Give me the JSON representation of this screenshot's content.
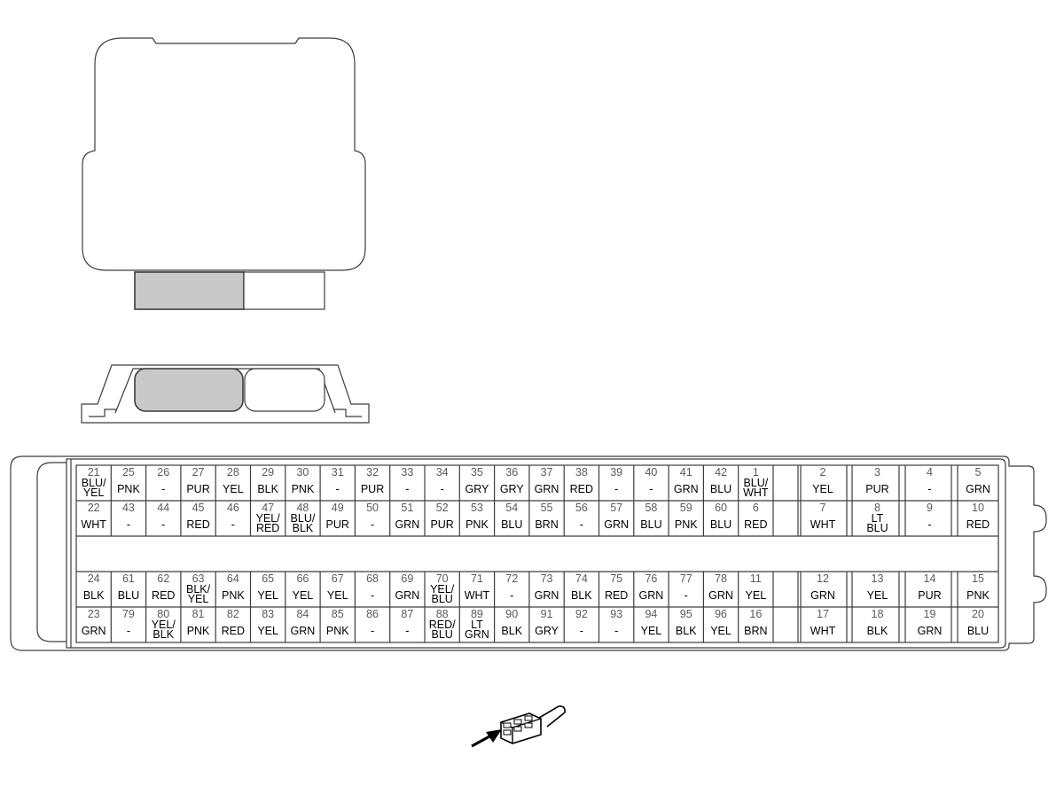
{
  "diagram": {
    "type": "connector-pinout",
    "colors": {
      "outline": "#3c3c3c",
      "shaded_connector": "#c8c8c8",
      "pin_number_text": "#5a5a5a",
      "wire_color_text": "#000000"
    },
    "icons": [
      "ecu-module-outline",
      "connector-side-view",
      "connector-face-icon",
      "insertion-arrow-icon"
    ],
    "rows": [
      {
        "main": [
          {
            "pin": "21",
            "color": "BLU/ YEL"
          },
          {
            "pin": "25",
            "color": "PNK"
          },
          {
            "pin": "26",
            "color": "-"
          },
          {
            "pin": "27",
            "color": "PUR"
          },
          {
            "pin": "28",
            "color": "YEL"
          },
          {
            "pin": "29",
            "color": "BLK"
          },
          {
            "pin": "30",
            "color": "PNK"
          },
          {
            "pin": "31",
            "color": "-"
          },
          {
            "pin": "32",
            "color": "PUR"
          },
          {
            "pin": "33",
            "color": "-"
          },
          {
            "pin": "34",
            "color": "-"
          },
          {
            "pin": "35",
            "color": "GRY"
          },
          {
            "pin": "36",
            "color": "GRY"
          },
          {
            "pin": "37",
            "color": "GRN"
          },
          {
            "pin": "38",
            "color": "RED"
          },
          {
            "pin": "39",
            "color": "-"
          },
          {
            "pin": "40",
            "color": "-"
          },
          {
            "pin": "41",
            "color": "GRN"
          },
          {
            "pin": "42",
            "color": "BLU"
          },
          {
            "pin": "1",
            "color": "BLU/ WHT"
          }
        ],
        "side": [
          {
            "pin": "2",
            "color": "YEL"
          },
          {
            "pin": "3",
            "color": "PUR"
          },
          {
            "pin": "4",
            "color": "-"
          },
          {
            "pin": "5",
            "color": "GRN"
          }
        ]
      },
      {
        "main": [
          {
            "pin": "22",
            "color": "WHT"
          },
          {
            "pin": "43",
            "color": "-"
          },
          {
            "pin": "44",
            "color": "-"
          },
          {
            "pin": "45",
            "color": "RED"
          },
          {
            "pin": "46",
            "color": "-"
          },
          {
            "pin": "47",
            "color": "YEL/ RED"
          },
          {
            "pin": "48",
            "color": "BLU/ BLK"
          },
          {
            "pin": "49",
            "color": "PUR"
          },
          {
            "pin": "50",
            "color": "-"
          },
          {
            "pin": "51",
            "color": "GRN"
          },
          {
            "pin": "52",
            "color": "PUR"
          },
          {
            "pin": "53",
            "color": "PNK"
          },
          {
            "pin": "54",
            "color": "BLU"
          },
          {
            "pin": "55",
            "color": "BRN"
          },
          {
            "pin": "56",
            "color": "-"
          },
          {
            "pin": "57",
            "color": "GRN"
          },
          {
            "pin": "58",
            "color": "BLU"
          },
          {
            "pin": "59",
            "color": "PNK"
          },
          {
            "pin": "60",
            "color": "BLU"
          },
          {
            "pin": "6",
            "color": "RED"
          }
        ],
        "side": [
          {
            "pin": "7",
            "color": "WHT"
          },
          {
            "pin": "8",
            "color": "LT BLU"
          },
          {
            "pin": "9",
            "color": "-"
          },
          {
            "pin": "10",
            "color": "RED"
          }
        ]
      },
      {
        "main": [
          {
            "pin": "24",
            "color": "BLK"
          },
          {
            "pin": "61",
            "color": "BLU"
          },
          {
            "pin": "62",
            "color": "RED"
          },
          {
            "pin": "63",
            "color": "BLK/ YEL"
          },
          {
            "pin": "64",
            "color": "PNK"
          },
          {
            "pin": "65",
            "color": "YEL"
          },
          {
            "pin": "66",
            "color": "YEL"
          },
          {
            "pin": "67",
            "color": "YEL"
          },
          {
            "pin": "68",
            "color": "-"
          },
          {
            "pin": "69",
            "color": "GRN"
          },
          {
            "pin": "70",
            "color": "YEL/ BLU"
          },
          {
            "pin": "71",
            "color": "WHT"
          },
          {
            "pin": "72",
            "color": "-"
          },
          {
            "pin": "73",
            "color": "GRN"
          },
          {
            "pin": "74",
            "color": "BLK"
          },
          {
            "pin": "75",
            "color": "RED"
          },
          {
            "pin": "76",
            "color": "GRN"
          },
          {
            "pin": "77",
            "color": "-"
          },
          {
            "pin": "78",
            "color": "GRN"
          },
          {
            "pin": "11",
            "color": "YEL"
          }
        ],
        "side": [
          {
            "pin": "12",
            "color": "GRN"
          },
          {
            "pin": "13",
            "color": "YEL"
          },
          {
            "pin": "14",
            "color": "PUR"
          },
          {
            "pin": "15",
            "color": "PNK"
          }
        ]
      },
      {
        "main": [
          {
            "pin": "23",
            "color": "GRN"
          },
          {
            "pin": "79",
            "color": "-"
          },
          {
            "pin": "80",
            "color": "YEL/ BLK"
          },
          {
            "pin": "81",
            "color": "PNK"
          },
          {
            "pin": "82",
            "color": "RED"
          },
          {
            "pin": "83",
            "color": "YEL"
          },
          {
            "pin": "84",
            "color": "GRN"
          },
          {
            "pin": "85",
            "color": "PNK"
          },
          {
            "pin": "86",
            "color": "-"
          },
          {
            "pin": "87",
            "color": "-"
          },
          {
            "pin": "88",
            "color": "RED/ BLU"
          },
          {
            "pin": "89",
            "color": "LT GRN"
          },
          {
            "pin": "90",
            "color": "BLK"
          },
          {
            "pin": "91",
            "color": "GRY"
          },
          {
            "pin": "92",
            "color": "-"
          },
          {
            "pin": "93",
            "color": "-"
          },
          {
            "pin": "94",
            "color": "YEL"
          },
          {
            "pin": "95",
            "color": "BLK"
          },
          {
            "pin": "96",
            "color": "YEL"
          },
          {
            "pin": "16",
            "color": "BRN"
          }
        ],
        "side": [
          {
            "pin": "17",
            "color": "WHT"
          },
          {
            "pin": "18",
            "color": "BLK"
          },
          {
            "pin": "19",
            "color": "GRN"
          },
          {
            "pin": "20",
            "color": "BLU"
          }
        ]
      }
    ]
  }
}
